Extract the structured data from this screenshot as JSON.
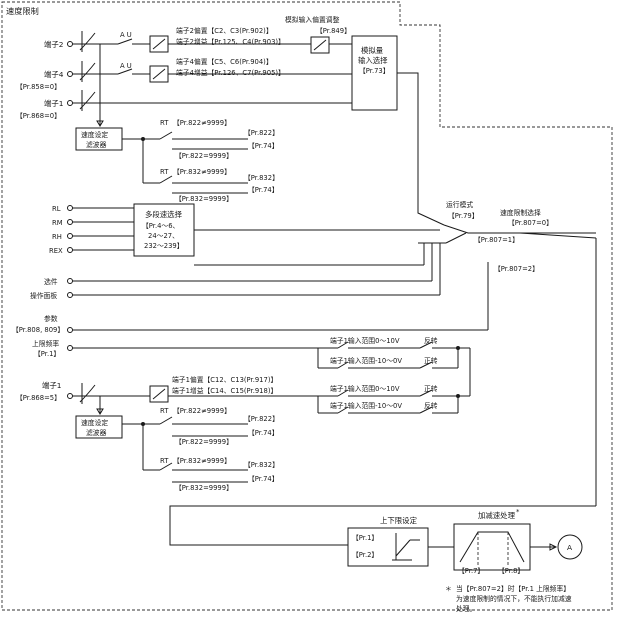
{
  "title": "速度限制",
  "inputs": {
    "terminal2": "端子2",
    "terminal4": "端子4",
    "pr858": "【Pr.858=0】",
    "terminal1": "端子1",
    "pr868_0": "【Pr.868=0】",
    "terminal1_b": "端子1",
    "pr868_5": "【Pr.868=5】",
    "rl": "RL",
    "rm": "RM",
    "rh": "RH",
    "rex": "REX",
    "option": "选件",
    "panel": "操作面板",
    "params": "参数",
    "params_pr": "【Pr.808, 809】",
    "upper_freq": "上限频率",
    "upper_freq_pr": "【Pr.1】"
  },
  "labels": {
    "au1": "A U",
    "au2": "A U",
    "t2_bias": "端子2偏置【C2、C3(Pr.902)】",
    "t2_gain": "端子2增益【Pr.125、C4(Pr.903)】",
    "t4_bias": "端子4偏置【C5、C6(Pr.904)】",
    "t4_gain": "端子4增益【Pr.126、C7(Pr.905)】",
    "analog_adj": "模拟输入偏置调整",
    "pr849": "【Pr.849】",
    "analog_sel_1": "模拟量",
    "analog_sel_2": "输入选择",
    "analog_sel_3": "【Pr.73】",
    "filter1_1": "速度设定",
    "filter1_2": "滤波器",
    "rt1": "RT",
    "pr822_ne": "【Pr.822≠9999】",
    "pr822_a": "【Pr.822】",
    "pr74_a": "【Pr.74】",
    "pr822_eq": "【Pr.822=9999】",
    "rt2": "RT",
    "pr832_ne": "【Pr.832≠9999】",
    "pr832_a": "【Pr.832】",
    "pr74_b": "【Pr.74】",
    "pr832_eq": "【Pr.832=9999】",
    "multi_1": "多段速选择",
    "multi_2": "【Pr.4～6、",
    "multi_3": "24～27、",
    "multi_4": "232～239】",
    "run_mode": "运行模式",
    "pr79": "【Pr.79】",
    "speed_sel": "速度限制选择",
    "pr807_0": "【Pr.807=0】",
    "pr807_1": "【Pr.807=1】",
    "pr807_2": "【Pr.807=2】",
    "range_a": "端子1输入范围0～10V",
    "rev_a": "反转",
    "range_b": "端子1输入范围-10～0V",
    "fwd_a": "正转",
    "range_c": "端子1输入范围0～10V",
    "fwd_b": "正转",
    "range_d": "端子1输入范围-10～0V",
    "rev_b": "反转",
    "t1_bias": "端子1偏置【C12、C13(Pr.917)】",
    "t1_gain": "端子1增益【C14、C15(Pr.918)】",
    "filter2_1": "速度设定",
    "filter2_2": "滤波器",
    "rt3": "RT",
    "pr822_ne_b": "【Pr.822≠9999】",
    "pr822_b": "【Pr.822】",
    "pr74_c": "【Pr.74】",
    "pr822_eq_b": "【Pr.822=9999】",
    "rt4": "RT",
    "pr832_ne_b": "【Pr.832≠9999】",
    "pr832_b": "【Pr.832】",
    "pr74_d": "【Pr.74】",
    "pr832_eq_b": "【Pr.832=9999】",
    "limit_set": "上下限设定",
    "pr1": "【Pr.1】",
    "pr2": "【Pr.2】",
    "accel": "加减速处理",
    "star": "*",
    "pr7": "【Pr.7】",
    "pr8": "【Pr.8】",
    "a": "A",
    "note_star": "＊",
    "note_1": "当【Pr.807=2】时【Pr.1 上限频率】",
    "note_2": "为速度限制的情况下，不能执行加减速",
    "note_3": "处理。"
  }
}
